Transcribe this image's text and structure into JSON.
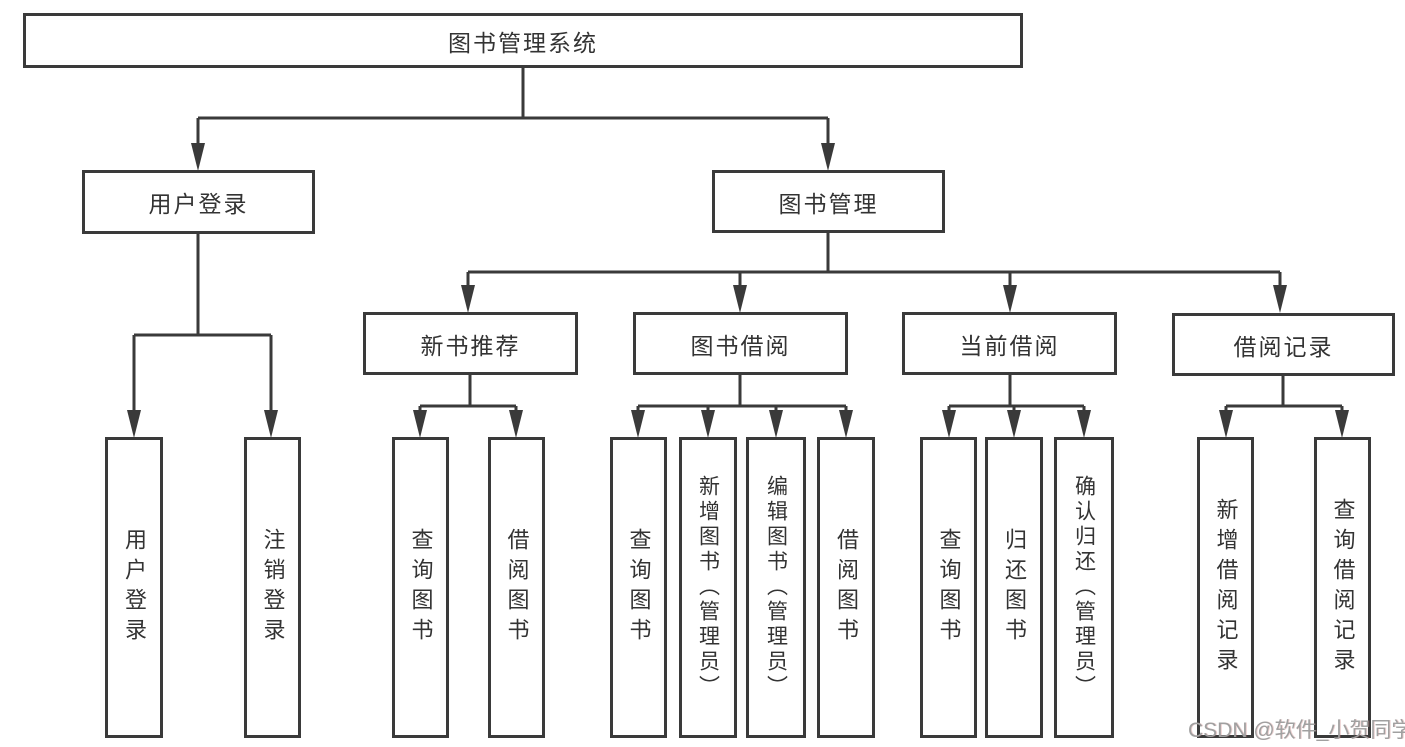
{
  "diagram_title": "图书管理系统",
  "tree": {
    "label": "图书管理系统",
    "children": [
      {
        "label": "用户登录",
        "children": [
          {
            "label": "用户登录"
          },
          {
            "label": "注销登录"
          }
        ]
      },
      {
        "label": "图书管理",
        "children": [
          {
            "label": "新书推荐",
            "children": [
              {
                "label": "查询图书"
              },
              {
                "label": "借阅图书"
              }
            ]
          },
          {
            "label": "图书借阅",
            "children": [
              {
                "label": "查询图书"
              },
              {
                "label": "新增图书（管理员）"
              },
              {
                "label": "编辑图书（管理员）"
              },
              {
                "label": "借阅图书"
              }
            ]
          },
          {
            "label": "当前借阅",
            "children": [
              {
                "label": "查询图书"
              },
              {
                "label": "归还图书"
              },
              {
                "label": "确认归还（管理员）"
              }
            ]
          },
          {
            "label": "借阅记录",
            "children": [
              {
                "label": "新增借阅记录"
              },
              {
                "label": "查询借阅记录"
              }
            ]
          }
        ]
      }
    ]
  },
  "watermark": "CSDN @软件_小贺同学",
  "colors": {
    "line": "#3a3a3a",
    "text": "#333333",
    "background": "#ffffff",
    "watermark": "#a0a0a0"
  }
}
